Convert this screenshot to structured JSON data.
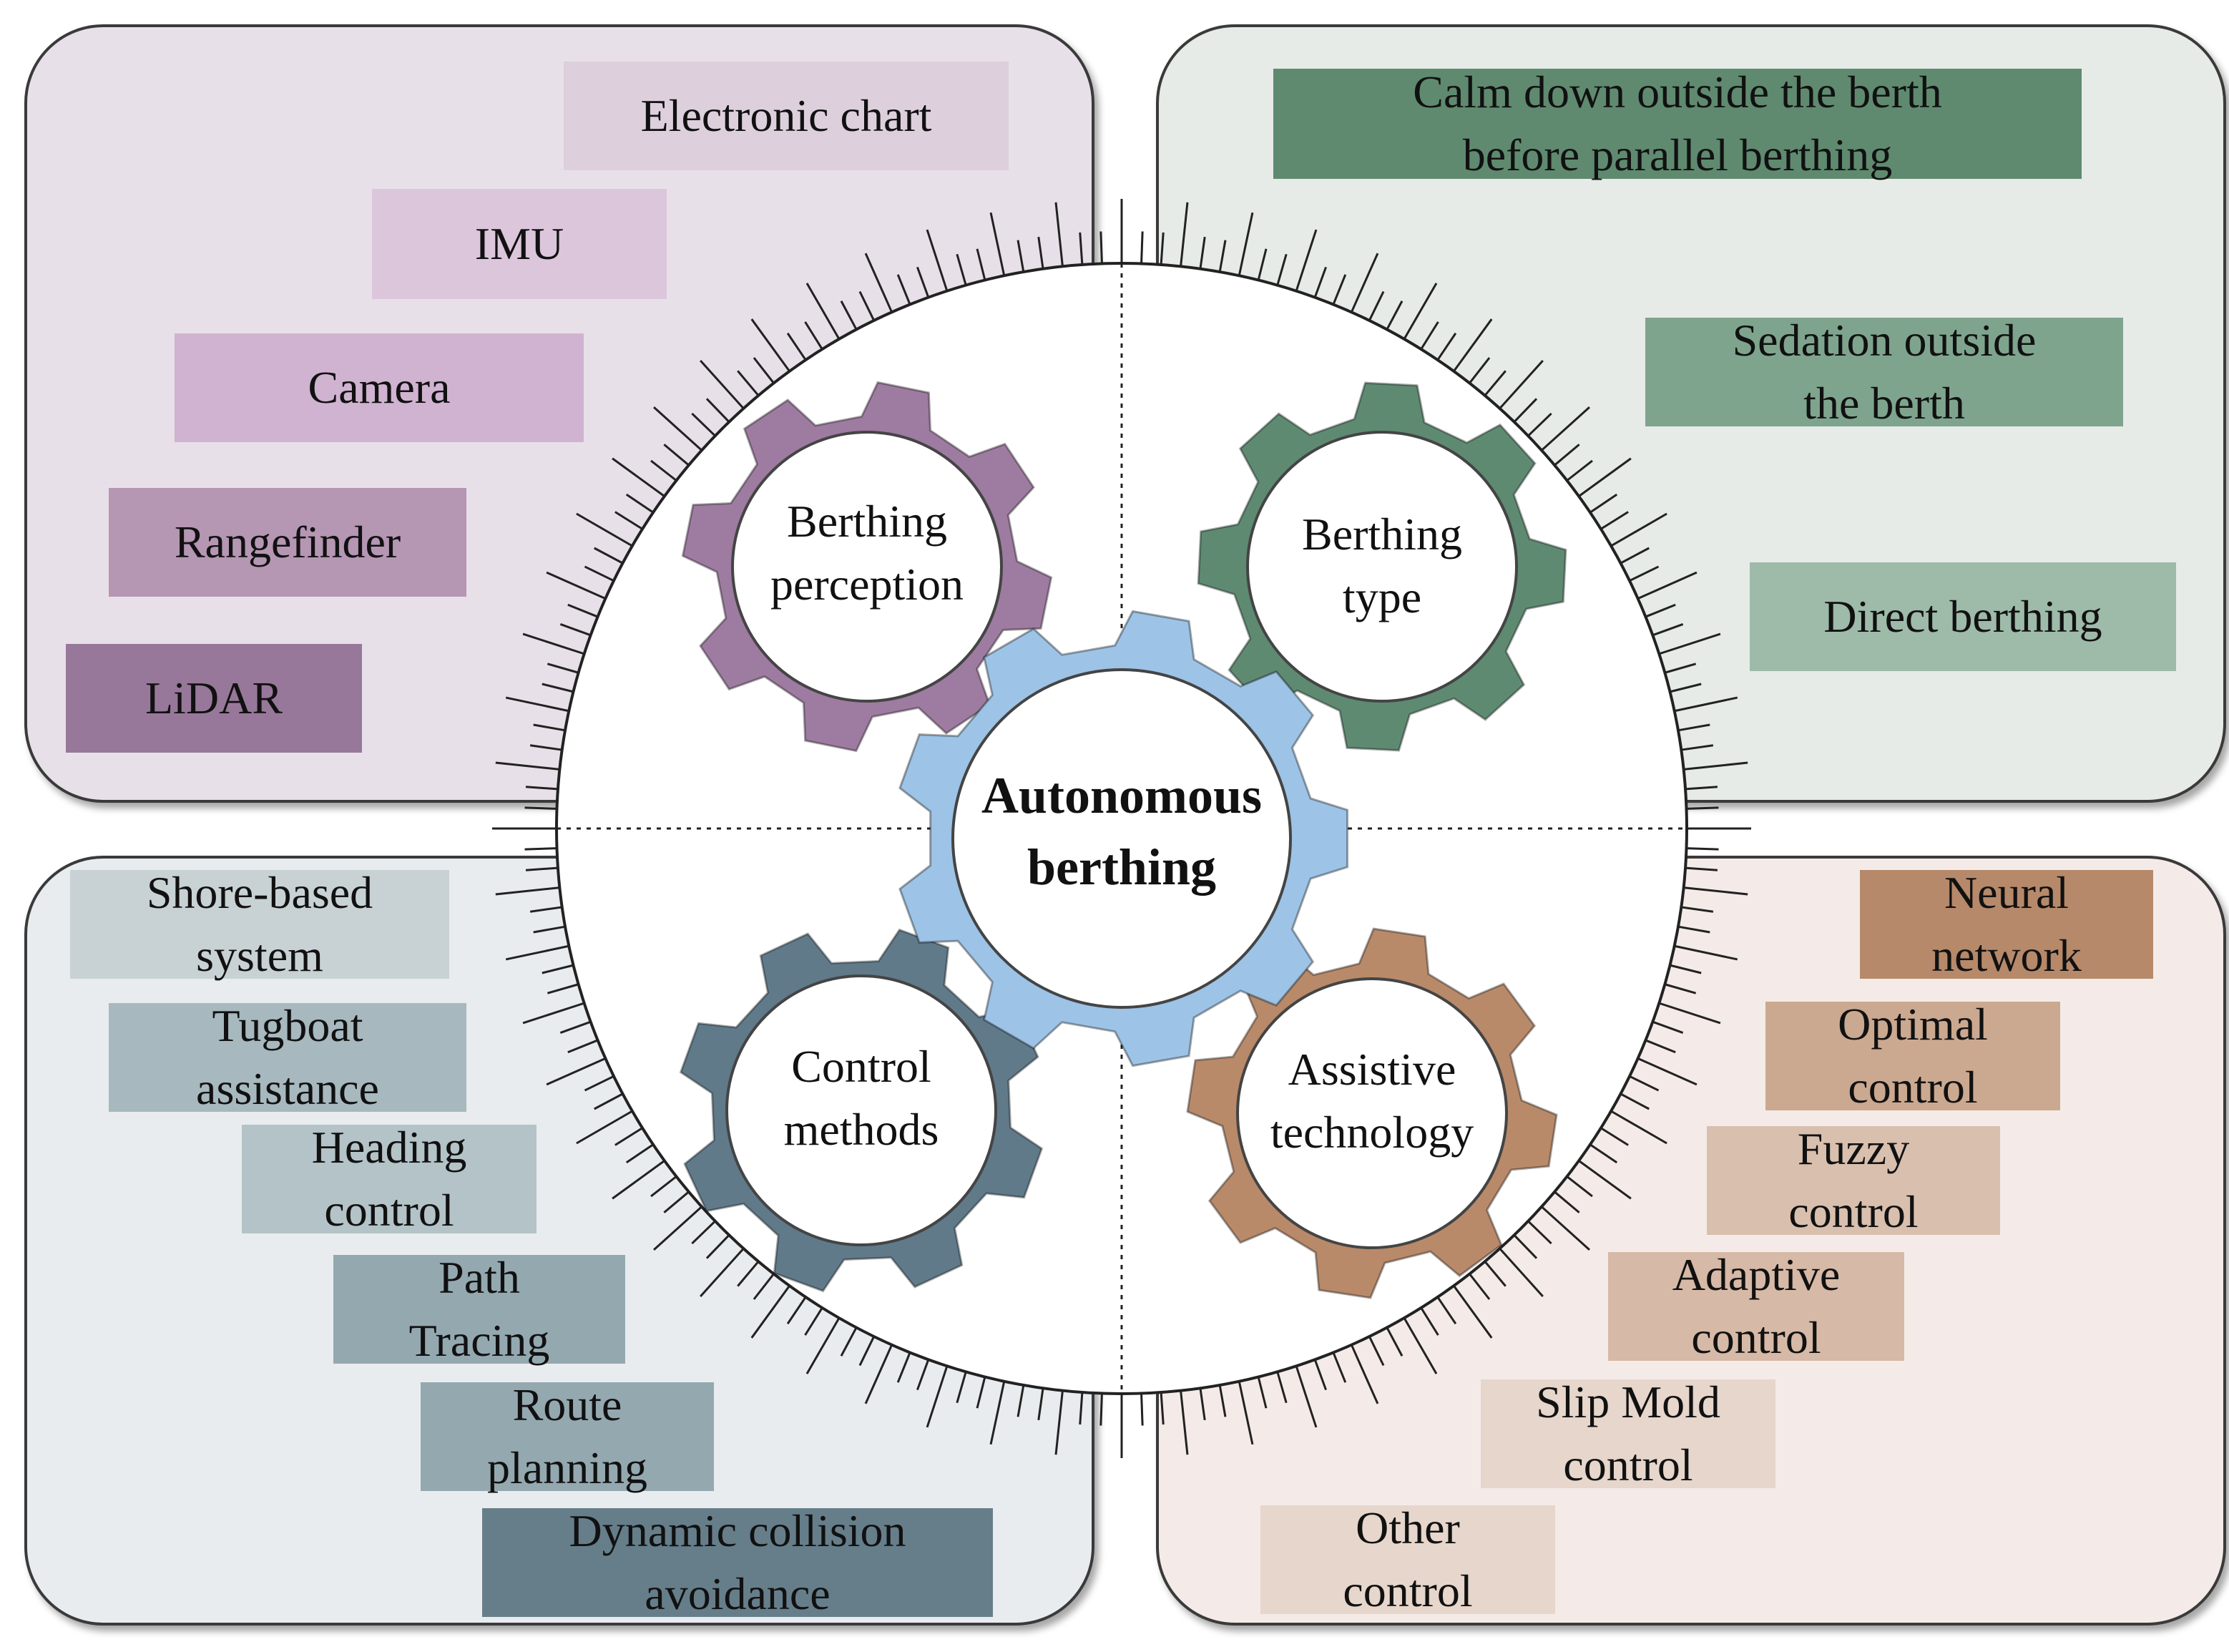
{
  "center": {
    "line1": "Autonomous",
    "line2": "berthing",
    "color": "#9dc3e6"
  },
  "gears": {
    "perception": {
      "line1": "Berthing",
      "line2": "perception",
      "color": "#9e7ba0"
    },
    "type": {
      "line1": "Berthing",
      "line2": "type",
      "color": "#5f8a72"
    },
    "control": {
      "line1": "Control",
      "line2": "methods",
      "color": "#607a8a"
    },
    "assist": {
      "line1": "Assistive",
      "line2": "technology",
      "color": "#b88a6a"
    }
  },
  "perception_items": [
    {
      "label": "Electronic chart",
      "color": "#ddd0dc"
    },
    {
      "label": "IMU",
      "color": "#dcc6dc"
    },
    {
      "label": "Camera",
      "color": "#d0b3d0"
    },
    {
      "label": "Rangefinder",
      "color": "#b596b3"
    },
    {
      "label": "LiDAR",
      "color": "#98789a"
    }
  ],
  "type_items": [
    {
      "label": "Calm down outside the berth\nbefore parallel berthing",
      "color": "#5f8a70"
    },
    {
      "label": "Sedation outside\nthe berth",
      "color": "#7fa48e"
    },
    {
      "label": "Direct berthing",
      "color": "#9ebaa9"
    }
  ],
  "control_items": [
    {
      "label": "Shore-based\nsystem",
      "color": "#c8d2d4"
    },
    {
      "label": "Tugboat\nassistance",
      "color": "#a7b8bf"
    },
    {
      "label": "Heading\ncontrol",
      "color": "#b3c3c8"
    },
    {
      "label": "Path\nTracing",
      "color": "#94a8b0"
    },
    {
      "label": "Route\nplanning",
      "color": "#94a8b0"
    },
    {
      "label": "Dynamic collision\navoidance",
      "color": "#667e8a"
    }
  ],
  "assist_items": [
    {
      "label": "Neural\nnetwork",
      "color": "#b6896a"
    },
    {
      "label": "Optimal\ncontrol",
      "color": "#cba890"
    },
    {
      "label": "Fuzzy\ncontrol",
      "color": "#d9bfae"
    },
    {
      "label": "Adaptive\ncontrol",
      "color": "#d6b9a6"
    },
    {
      "label": "Slip Mold\ncontrol",
      "color": "#e6d6cb"
    },
    {
      "label": "Other\ncontrol",
      "color": "#e6d6cb"
    }
  ]
}
